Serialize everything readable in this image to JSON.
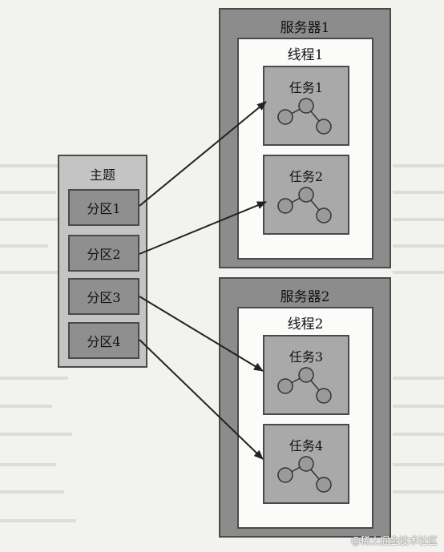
{
  "topic": {
    "label": "主题",
    "partitions": [
      "分区1",
      "分区2",
      "分区3",
      "分区4"
    ]
  },
  "servers": [
    {
      "label": "服务器1",
      "thread": {
        "label": "线程1",
        "tasks": [
          "任务1",
          "任务2"
        ]
      }
    },
    {
      "label": "服务器2",
      "thread": {
        "label": "线程2",
        "tasks": [
          "任务3",
          "任务4"
        ]
      }
    }
  ],
  "edges": [
    {
      "from": "分区1",
      "to": "任务1"
    },
    {
      "from": "分区2",
      "to": "任务2"
    },
    {
      "from": "分区3",
      "to": "任务3"
    },
    {
      "from": "分区4",
      "to": "任务4"
    }
  ],
  "watermark": "@稀土掘金技术社区",
  "colors": {
    "server_fill": "#8c8c8c",
    "thread_fill": "#fbfbfa",
    "task_fill": "#a9a9a9",
    "topic_fill": "#c4c4c4",
    "partition_fill": "#8f8f8f",
    "node_fill": "#9a9a9a",
    "stroke": "#4a4a4a"
  },
  "icons": {
    "task_glyph": "three-node-tree-icon"
  }
}
